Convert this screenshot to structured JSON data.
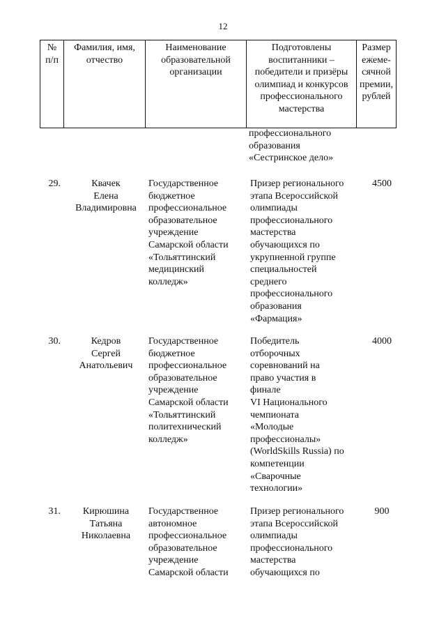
{
  "page_number": "12",
  "header": {
    "no": "№\nп/п",
    "name": "Фамилия, имя,\nотчество",
    "org": "Наименование\nобразовательной\nорганизации",
    "achievement": "Подготовлены\nвоспитанники –\nпобедители и призёры\nолимпиад и конкурсов\nпрофессионального\nмастерства",
    "prize": "Размер\nежеме-\nсячной\nпремии,\nрублей"
  },
  "continuation": "профессионального\nобразования\n«Сестринское дело»",
  "rows": [
    {
      "no": "29.",
      "name": "Квачек\nЕлена\nВладимировна",
      "org": "Государственное\nбюджетное\nпрофессиональное\nобразовательное\nучреждение\nСамарской области\n«Тольяттинский\nмедицинский\nколледж»",
      "achievement": "Призер регионального\nэтапа Всероссийской\nолимпиады\nпрофессионального\nмастерства\nобучающихся по\nукрупненной группе\nспециальностей\nсреднего\nпрофессионального\nобразования\n«Фармация»",
      "prize": "4500"
    },
    {
      "no": "30.",
      "name": "Кедров\nСергей\nАнатольевич",
      "org": "Государственное\nбюджетное\nпрофессиональное\nобразовательное\nучреждение\nСамарской области\n«Тольяттинский\nполитехнический\nколледж»",
      "achievement": "Победитель\nотборочных\nсоревнований на\nправо участия в\nфинале\nVI Национального\nчемпионата\n«Молодые\nпрофессионалы»\n(WorldSkills Russia) по\nкомпетенции\n«Сварочные\nтехнологии»",
      "prize": "4000"
    },
    {
      "no": "31.",
      "name": "Кирюшина\nТатьяна\nНиколаевна",
      "org": "Государственное\nавтономное\nпрофессиональное\nобразовательное\nучреждение\nСамарской области",
      "achievement": "Призер регионального\nэтапа Всероссийской\nолимпиады\nпрофессионального\nмастерства\nобучающихся по",
      "prize": "900"
    }
  ]
}
